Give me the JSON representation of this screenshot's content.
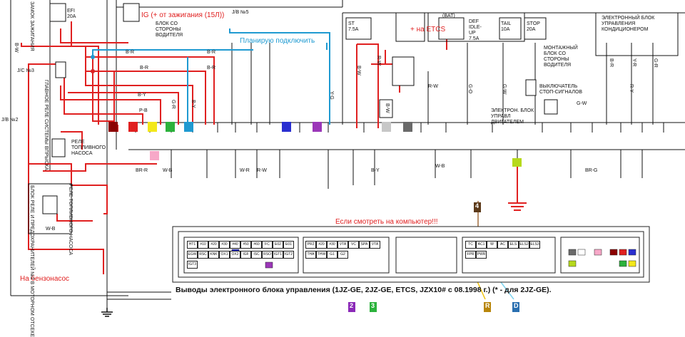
{
  "annotations": {
    "ig": "IG (+ от зажигания (15Л))",
    "plan": "Планирую подключить",
    "etcs": "+ на ETCS",
    "computer_view": "Если смотреть на компьютер!!!",
    "fuel_pump": "На бензонасос"
  },
  "top_blocks": {
    "efi": "EFI\n20A",
    "driver_block": "БЛОК СО СТОРОНЫ ВОДИТЕЛЯ",
    "jb5": "J/B №5",
    "jb2": "J/B №2",
    "jc3": "J/C №3",
    "ignition_lock": "ЗАМОК ЗАЖИГАНИЯ",
    "st": "ST\n7.5A",
    "def": "DEF\nIDLE-\nUP\n7.5A",
    "tail": "TAIL\n10A",
    "stop": "STOP\n20A",
    "bat": "(BAT)",
    "mount_block": "МОНТАЖНЫЙ БЛОК СО СТОРОНЫ ВОДИТЕЛЯ",
    "stop_switch": "ВЫКЛЮЧАТЕЛЬ СТОП-СИГНАЛОВ",
    "ac_ecu": "ЭЛЕКТРОННЫЙ БЛОК УПРАВЛЕНИЯ КОНДИЦИОНЕРОМ",
    "engine_ecu": "ЭЛЕКТРОН. БЛОК УПРАВЛ ДВИГАТЕЛЕМ",
    "main_relay": "ГЛАВНОЕ РЕЛЕ СИСТЕМЫ ВПРЫСКА",
    "pump_relay": "РЕЛЕ ТОПЛИВНОГО НАСОСА",
    "relay_block": "БЛОК РЕЛЕ И ПРЕДОХРАНИТЕЛЕЙ №2 В МОТОРНОМ ОТСЕКЕ",
    "pump_relay2": "РЕЛЕ ТОПЛИВНОГО НАСОСА"
  },
  "wire_codes": [
    "B-W",
    "B-R",
    "B-R",
    "B-R",
    "B-R",
    "B-Y",
    "P-B",
    "G-R",
    "B-Y",
    "Y-G",
    "B-W",
    "R-W",
    "B-W",
    "R-W",
    "W-B",
    "W-B",
    "R-W",
    "G-O",
    "Y-R",
    "G-W",
    "B-R",
    "R-Y",
    "G-R",
    "W-B",
    "W-R",
    "G-W",
    "B-Y",
    "BR-R",
    "BR-G"
  ],
  "ecu_connector": {
    "caption": "Выводы электронного блока управления (1JZ-GE, 2JZ-GE, ETCS, JZX10# с 08.1998 г.) (* - для 2JZ-GE).",
    "section1": [
      "HT1",
      "#10",
      "#20",
      "#30",
      "#40",
      "#50",
      "#60",
      "FC",
      "E02",
      "E01",
      "EGW",
      "RSC",
      "KNK",
      "OX1",
      "OX2",
      "IGF",
      "ISC",
      "RSO",
      "IGT1",
      "IGT2",
      "IGT3"
    ],
    "section2": [
      "PR2",
      "#20",
      "#30",
      "VTA",
      "VC",
      "SPA",
      "VTA",
      "THA",
      "THW",
      "G1",
      "G2"
    ],
    "section4": [
      "TC",
      "AC1",
      "W",
      "AC",
      "ELS",
      "ELS2",
      "ELS3",
      "FPR",
      "PWR"
    ],
    "markers": [
      "2",
      "3",
      "4",
      "R",
      "D"
    ]
  }
}
